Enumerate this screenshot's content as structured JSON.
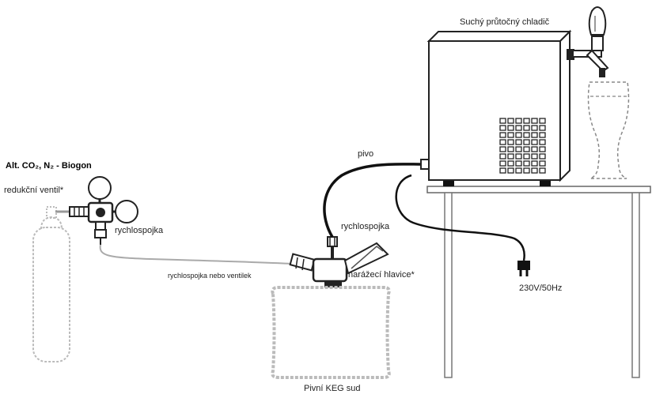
{
  "labels": {
    "gas_title": "Alt. CO₂, N₂ - Biogon",
    "pressure_regulator": "redukční ventil*",
    "quick_coupling_regulator": "rychlospojka",
    "quick_coupling_or_valve": "rychlospojka nebo ventilek",
    "quick_coupling_head": "rychlospojka",
    "beer": "pivo",
    "coupler_head": "narážecí hlavice*",
    "cooler": "Suchý průtočný chladič",
    "power": "230V/50Hz",
    "keg": "Pivní KEG sud"
  }
}
